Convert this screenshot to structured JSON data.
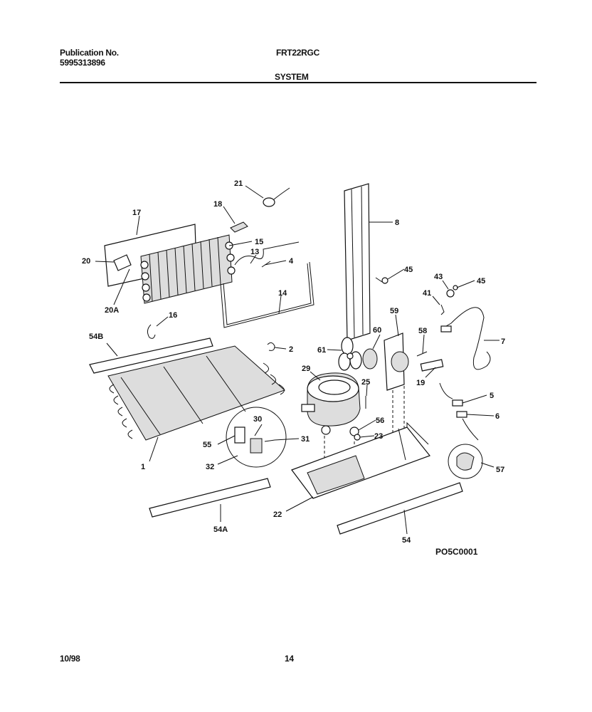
{
  "header": {
    "publication_label": "Publication No.",
    "publication_number": "5995313896",
    "model": "FRT22RGC",
    "section": "SYSTEM"
  },
  "diagram": {
    "code": "PO5C0001",
    "callouts": [
      "21",
      "18",
      "17",
      "15",
      "13",
      "4",
      "20",
      "14",
      "20A",
      "16",
      "54B",
      "2",
      "8",
      "45",
      "43",
      "45",
      "41",
      "59",
      "60",
      "58",
      "7",
      "61",
      "29",
      "25",
      "19",
      "5",
      "6",
      "56",
      "23",
      "30",
      "55",
      "31",
      "32",
      "1",
      "57",
      "22",
      "54A",
      "54"
    ]
  },
  "footer": {
    "date": "10/98",
    "page": "14"
  }
}
